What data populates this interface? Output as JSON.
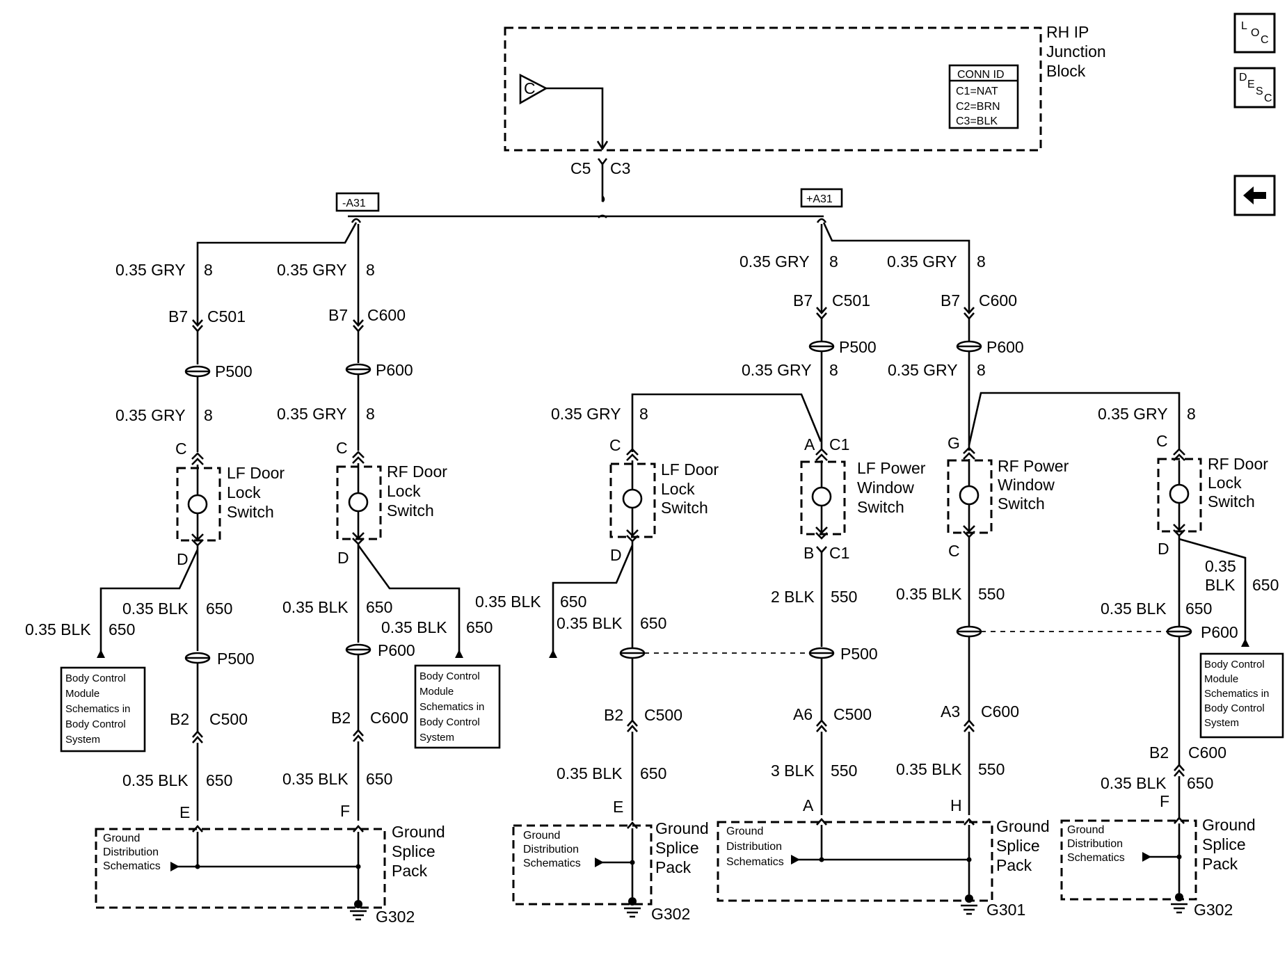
{
  "junction_block": {
    "title_lines": [
      "RH IP",
      "Junction",
      "Block"
    ],
    "source_letter": "C",
    "conn_id": {
      "header": "CONN ID",
      "rows": [
        "C1=NAT",
        "C2=BRN",
        "C3=BLK"
      ]
    },
    "connector_left": "C5",
    "connector_right": "C3"
  },
  "nav": {
    "loc_letters": [
      "L",
      "O",
      "C"
    ],
    "desc_letters": [
      "D",
      "E",
      "S",
      "C"
    ],
    "back_icon": "arrow-left-icon"
  },
  "refs": {
    "minus": "-A31",
    "plus": "+A31"
  },
  "wire": {
    "gry": "0.35 GRY",
    "blk": "0.35 BLK",
    "blk_a": "0.35",
    "blk_b": "BLK",
    "blk2": "2 BLK",
    "blk3": "3 BLK",
    "c8": "8",
    "c650": "650",
    "c550": "550"
  },
  "conn": {
    "B7": "B7",
    "B2": "B2",
    "A6": "A6",
    "A3": "A3",
    "C500": "C500",
    "C501": "C501",
    "C600": "C600",
    "P500": "P500",
    "P600": "P600",
    "C1": "C1",
    "G301": "G301",
    "G302": "G302"
  },
  "pins": {
    "A": "A",
    "B": "B",
    "C": "C",
    "D": "D",
    "E": "E",
    "F": "F",
    "G": "G",
    "H": "H"
  },
  "switches": {
    "lf_door": [
      "LF Door",
      "Lock",
      "Switch"
    ],
    "rf_door": [
      "RF Door",
      "Lock",
      "Switch"
    ],
    "lf_power": [
      "LF  Power",
      "Window",
      "Switch"
    ],
    "rf_power": [
      "RF Power",
      "Window",
      "Switch"
    ]
  },
  "bcm_note": [
    "Body Control",
    "Module",
    "Schematics in",
    "Body Control",
    "System"
  ],
  "ground_pack": [
    "Ground",
    "Splice",
    "Pack"
  ],
  "ground_dist": [
    "Ground",
    "Distribution",
    "Schematics"
  ]
}
